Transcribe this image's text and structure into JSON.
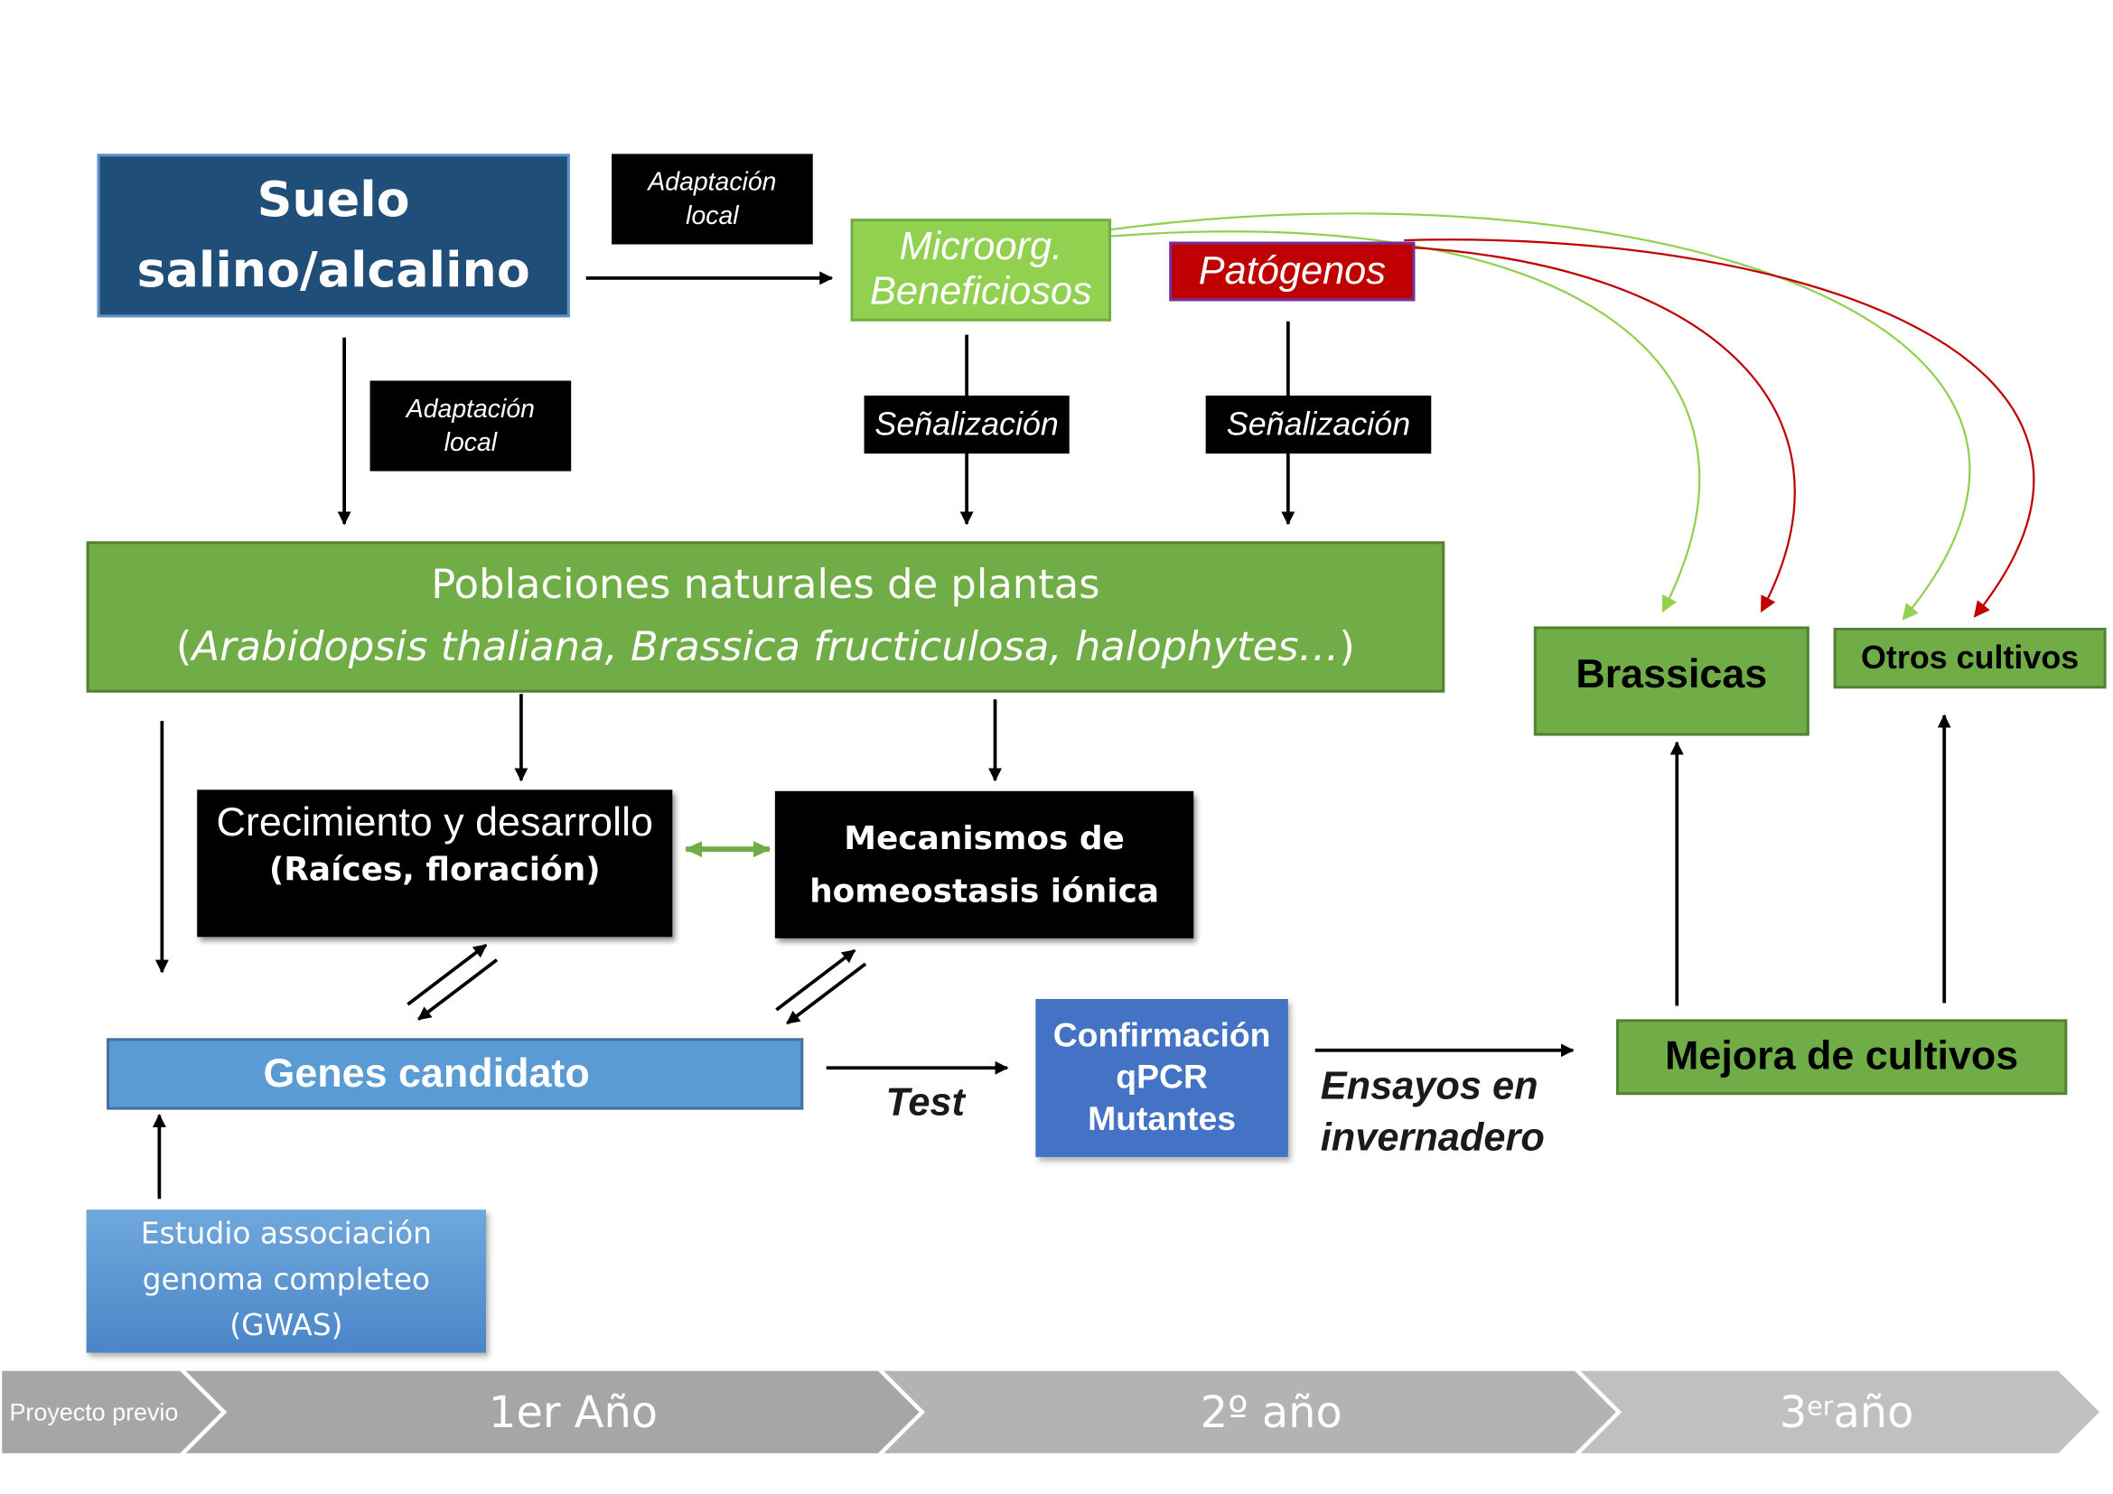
{
  "nodes": {
    "suelo": {
      "line1": "Suelo",
      "line2": "salino/alcalino"
    },
    "adaptacion_top": {
      "line1": "Adaptación",
      "line2": "local"
    },
    "adaptacion_left": {
      "line1": "Adaptación",
      "line2": "local"
    },
    "microorg": {
      "line1": "Microorg.",
      "line2": "Beneficiosos"
    },
    "patogenos": {
      "label": "Patógenos"
    },
    "senal_1": {
      "label": "Señalización"
    },
    "senal_2": {
      "label": "Señalización"
    },
    "poblaciones": {
      "line1": "Poblaciones naturales de plantas",
      "open": "(",
      "species": "Arabidopsis thaliana, Brassica fructiculosa, halophytes…",
      "close": ")"
    },
    "crecimiento": {
      "line1": "Crecimiento y desarrollo",
      "line2": "(Raíces, floración)"
    },
    "mecanismos": {
      "line1": "Mecanismos de",
      "line2": "homeostasis iónica"
    },
    "genes": {
      "label": "Genes candidato"
    },
    "gwas": {
      "line1": "Estudio associación",
      "line2": "genoma completeo",
      "line3": "(GWAS)"
    },
    "test": {
      "label": "Test"
    },
    "confirmacion": {
      "line1": "Confirmación",
      "line2": "qPCR",
      "line3": "Mutantes"
    },
    "ensayos": {
      "line1": "Ensayos en",
      "line2": "invernadero"
    },
    "mejora": {
      "label": "Mejora de cultivos"
    },
    "brassicas": {
      "label": "Brassicas"
    },
    "otros": {
      "label": "Otros cultivos"
    }
  },
  "timeline": [
    {
      "label": "Proyecto previo",
      "sup": "",
      "rest": ""
    },
    {
      "label": "1er Año",
      "sup": "",
      "rest": ""
    },
    {
      "label": "2º año",
      "sup": "",
      "rest": ""
    },
    {
      "label": "3",
      "sup": "er",
      "rest": "año"
    }
  ],
  "colors": {
    "suelo": "#1f4e79",
    "green_dark": "#70ad47",
    "green_light": "#92d050",
    "pathogen_red": "#c00000",
    "gene_blue": "#5b9bd5",
    "confirm_blue": "#4472c4",
    "timeline_gray": "#a6a6a6",
    "beneficial_curve": "#92d050",
    "pathogen_curve": "#c00000"
  }
}
